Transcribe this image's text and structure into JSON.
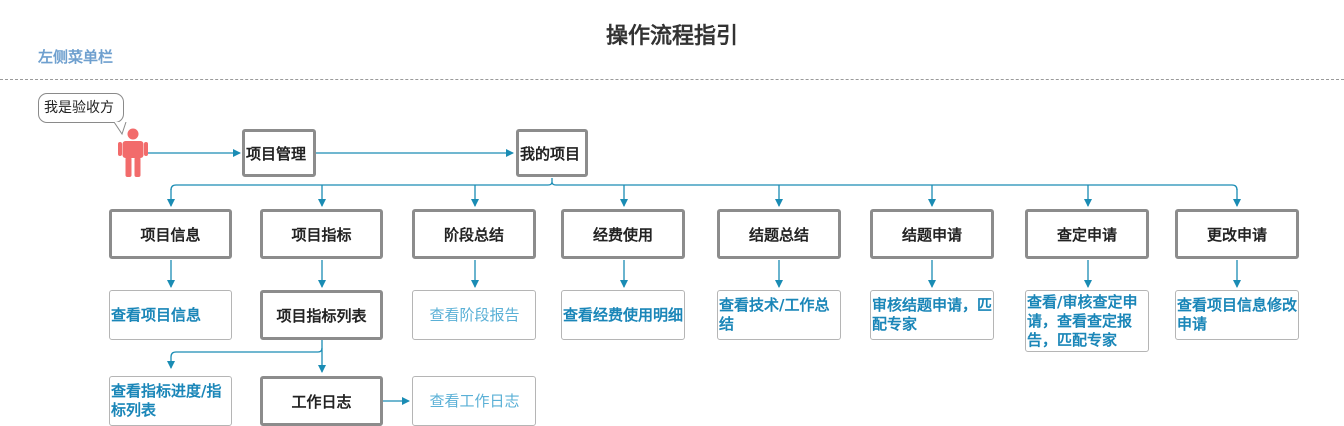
{
  "title": "操作流程指引",
  "section_label": "左侧菜单栏",
  "role_bubble": "我是验收方",
  "icons": {
    "person": "person-icon"
  },
  "colors": {
    "connector": "#1a8cb4",
    "person": "#f26b6b",
    "box_border": "#8c8c8c",
    "link_text": "#1a86b8"
  },
  "nav": {
    "project_management": "项目管理",
    "my_projects": "我的项目"
  },
  "modules": [
    {
      "label": "项目信息",
      "action": "查看项目信息"
    },
    {
      "label": "项目指标",
      "action": "项目指标列表"
    },
    {
      "label": "阶段总结",
      "action": "查看阶段报告"
    },
    {
      "label": "经费使用",
      "action": "查看经费使用明细"
    },
    {
      "label": "结题总结",
      "action": "查看技术/工作总结"
    },
    {
      "label": "结题申请",
      "action": "审核结题申请，匹配专家"
    },
    {
      "label": "查定申请",
      "action": "查看/审核查定申请，查看查定报告，匹配专家"
    },
    {
      "label": "更改申请",
      "action": "查看项目信息修改申请"
    }
  ],
  "indicator_sub": {
    "progress": "查看指标进度/指标列表",
    "work_log": "工作日志",
    "view_work_log": "查看工作日志"
  }
}
